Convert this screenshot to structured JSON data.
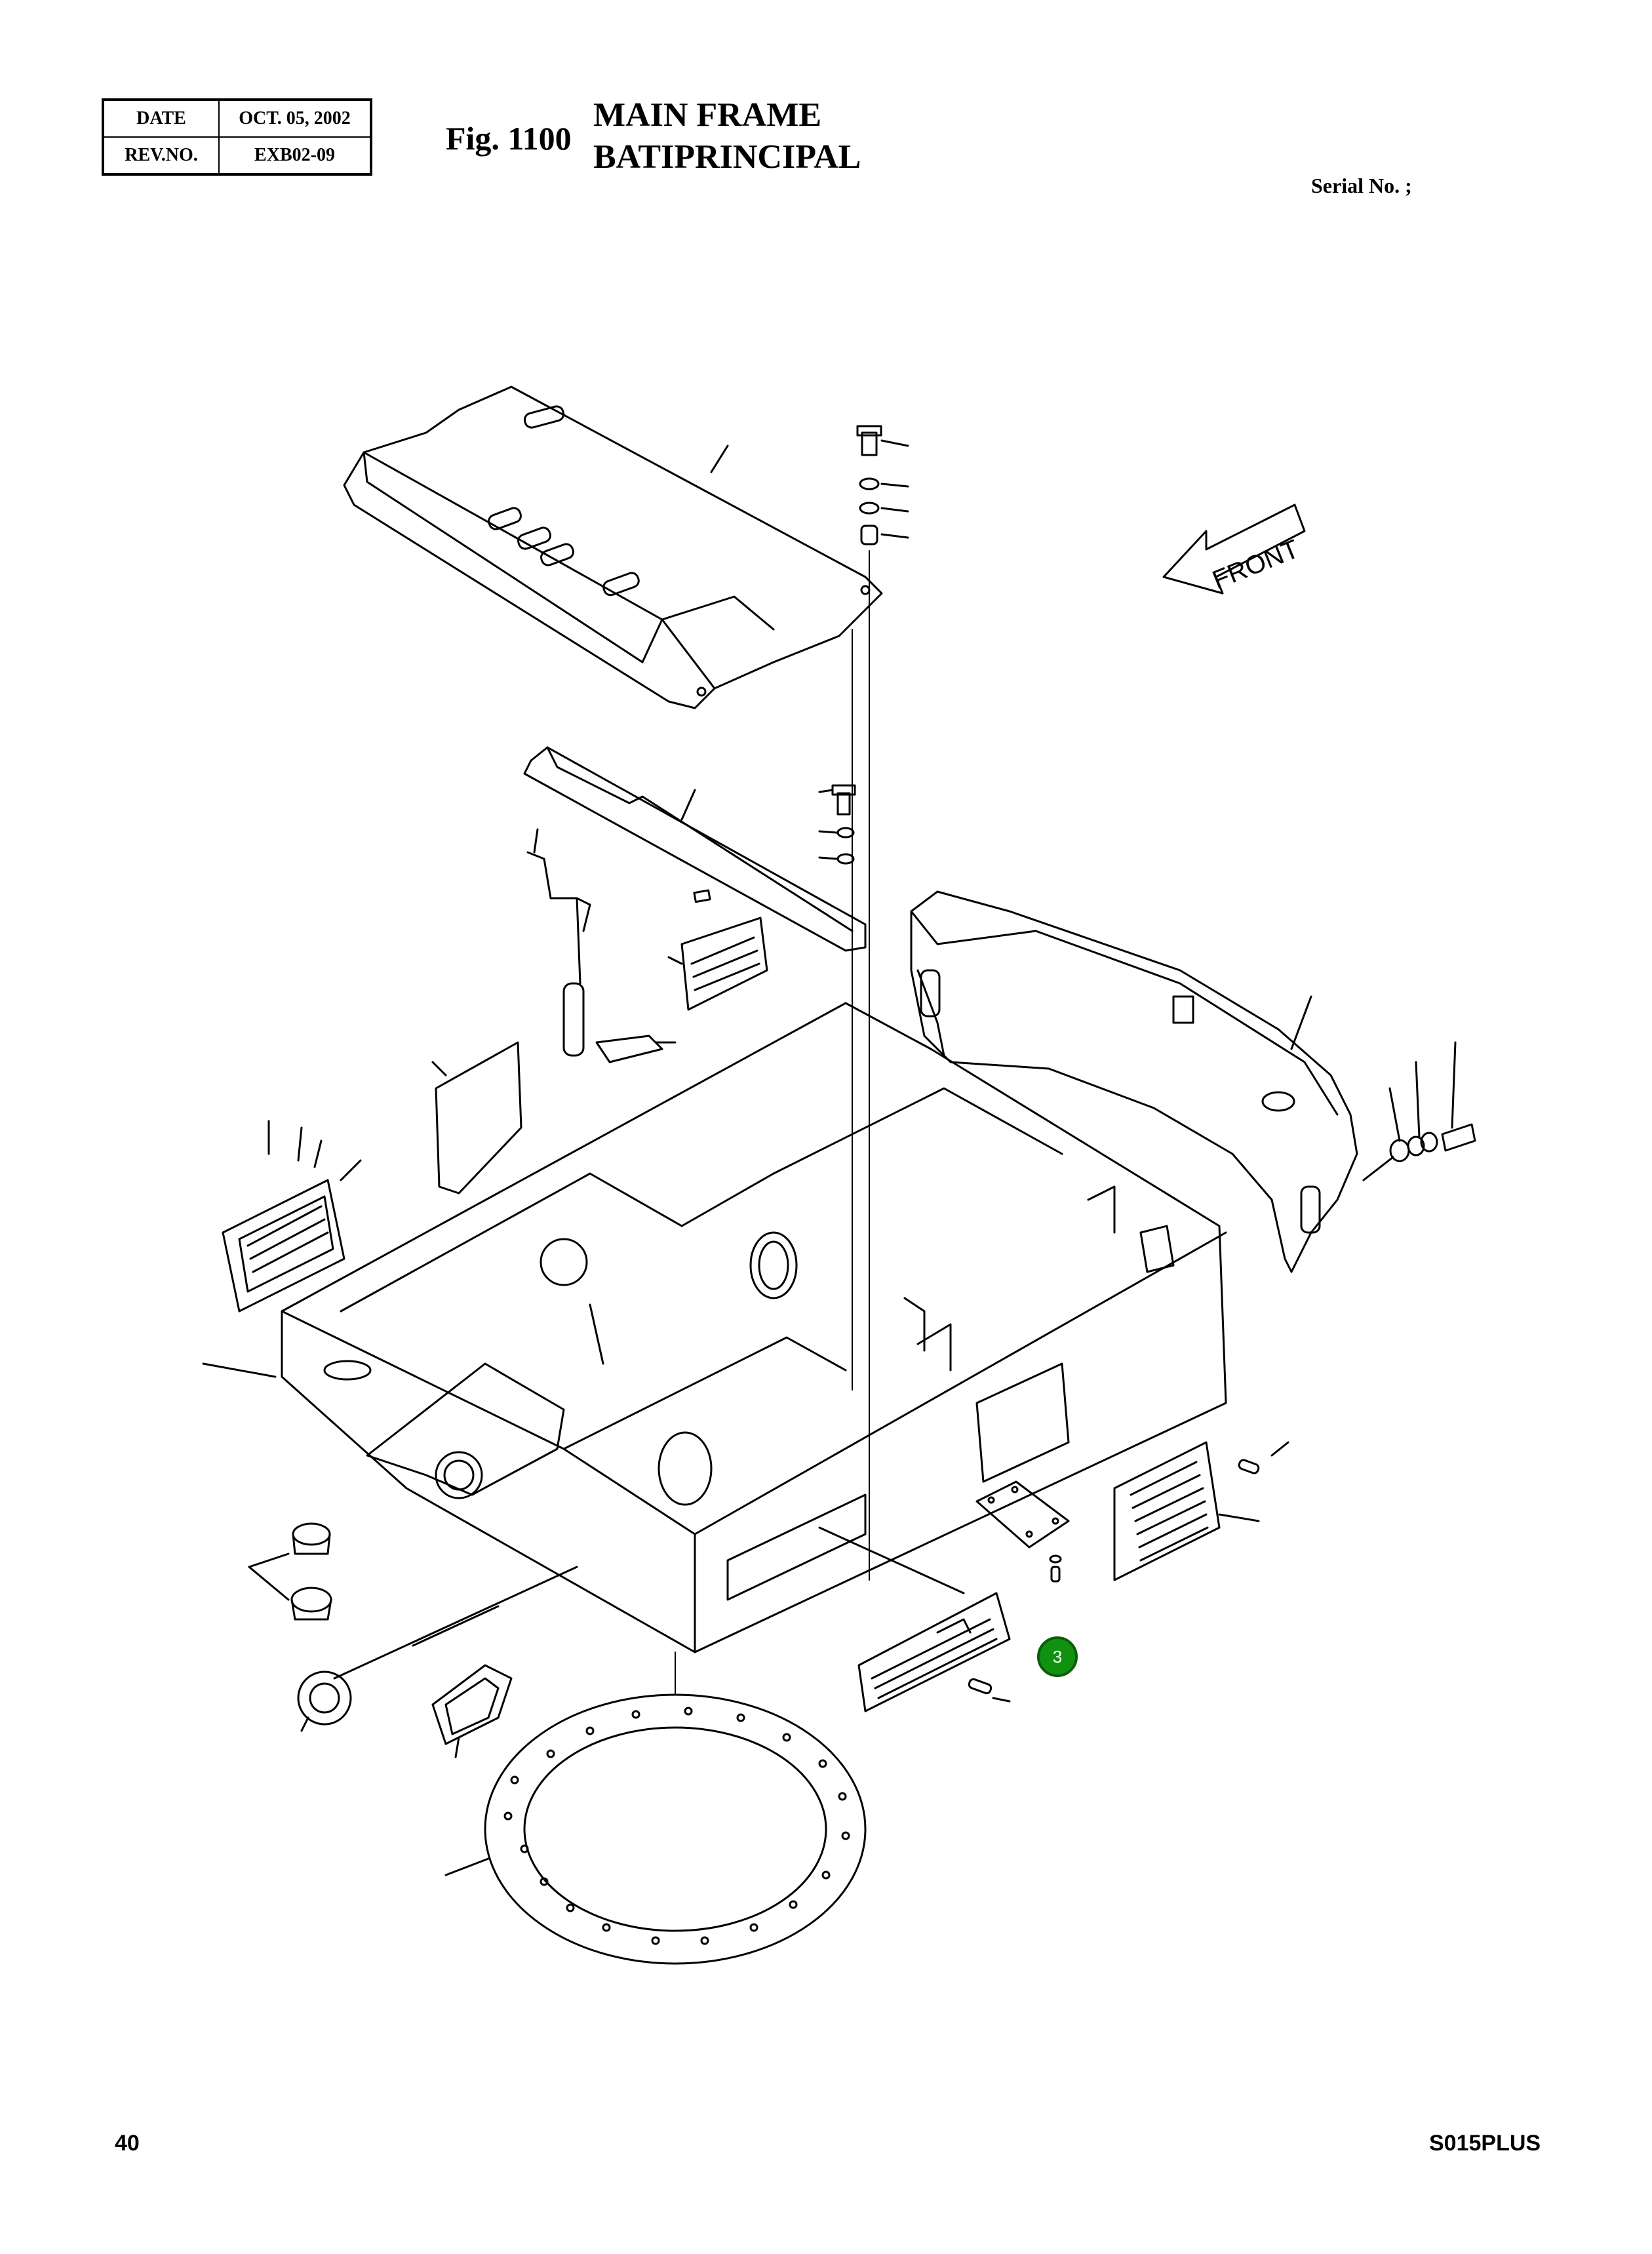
{
  "header": {
    "date_label": "DATE",
    "date_value": "OCT. 05, 2002",
    "rev_label": "REV.NO.",
    "rev_value": "EXB02-09",
    "fig_label": "Fig. 1100",
    "title_en": "MAIN FRAME",
    "title_fr": "BATIPRINCIPAL",
    "serial": "Serial No. ;"
  },
  "drawing": {
    "front_label": "FRONT",
    "callouts": [
      {
        "number": "3"
      }
    ]
  },
  "footer": {
    "page_number": "40",
    "model": "S015PLUS"
  }
}
